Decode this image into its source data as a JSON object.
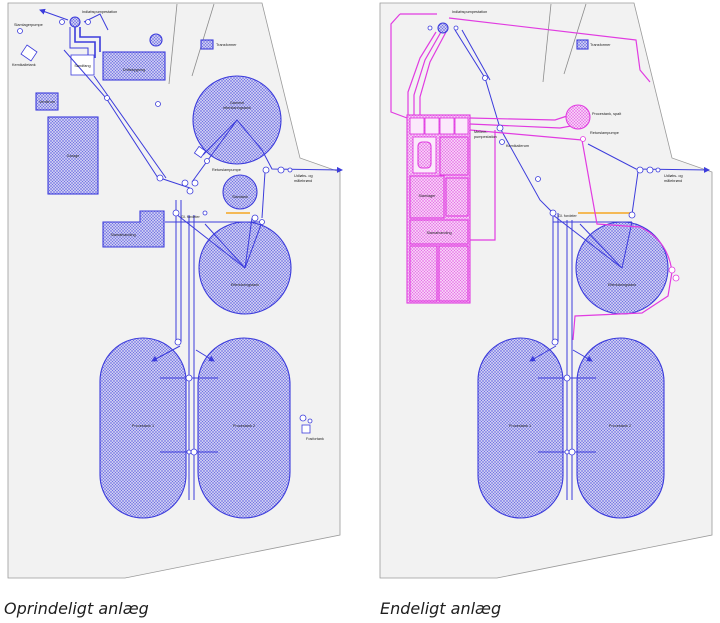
{
  "colors": {
    "original_pipes": "#3c3cdc",
    "new_works": "#e13ce1",
    "highlight": "#f5a623",
    "site_edge": "#9a9a9a"
  },
  "original": {
    "caption": "Oprindeligt anlæg",
    "labels": {
      "inlet_pump": "Indløbspumpestation",
      "sludge_pump": "Slamlagerpumpe",
      "chemical_tank": "Kemikalietank",
      "grit_chamber": "Sandfang",
      "operations_building": "Driftsbygning",
      "valve_room": "Ventilrum",
      "garage": "Garage",
      "transformer": "Transformer",
      "old_clarifier": [
        "Gammel",
        "efterklaringstank"
      ],
      "return_sludge_pump": "Returslampumpe",
      "sludge_tank": "Slamtank",
      "old_distributor": "Gl. fordeler",
      "dewatering": "Slamafvanding",
      "clarifier": "Efterklaringstank",
      "outlet": [
        "Udløbs- og",
        "målebrønd"
      ],
      "process_tank_1": "Procestank 1",
      "process_tank_2": "Procestank 2",
      "phosphorus_tank": "Fosfortank"
    }
  },
  "final": {
    "caption": "Endeligt anlæg",
    "labels": {
      "inlet_pump": "Indløbspumpestation",
      "transformer": "Transformer",
      "split_tank": "Procestank, spalt",
      "return_sludge_pump": "Returslampumpe",
      "intermediate_pump": [
        "Mellem-",
        "pumpestation"
      ],
      "chemical_room": "Kemikalierum",
      "sludge_storage": "Slamlager",
      "dewatering": "Slamafvanding",
      "old_distributor": "Gl. fordeler",
      "clarifier": "Efterklaringstank",
      "outlet": [
        "Udløbs- og",
        "målebrønd"
      ],
      "process_tank_1": "Procestank 1",
      "process_tank_2": "Procestank 2"
    }
  }
}
